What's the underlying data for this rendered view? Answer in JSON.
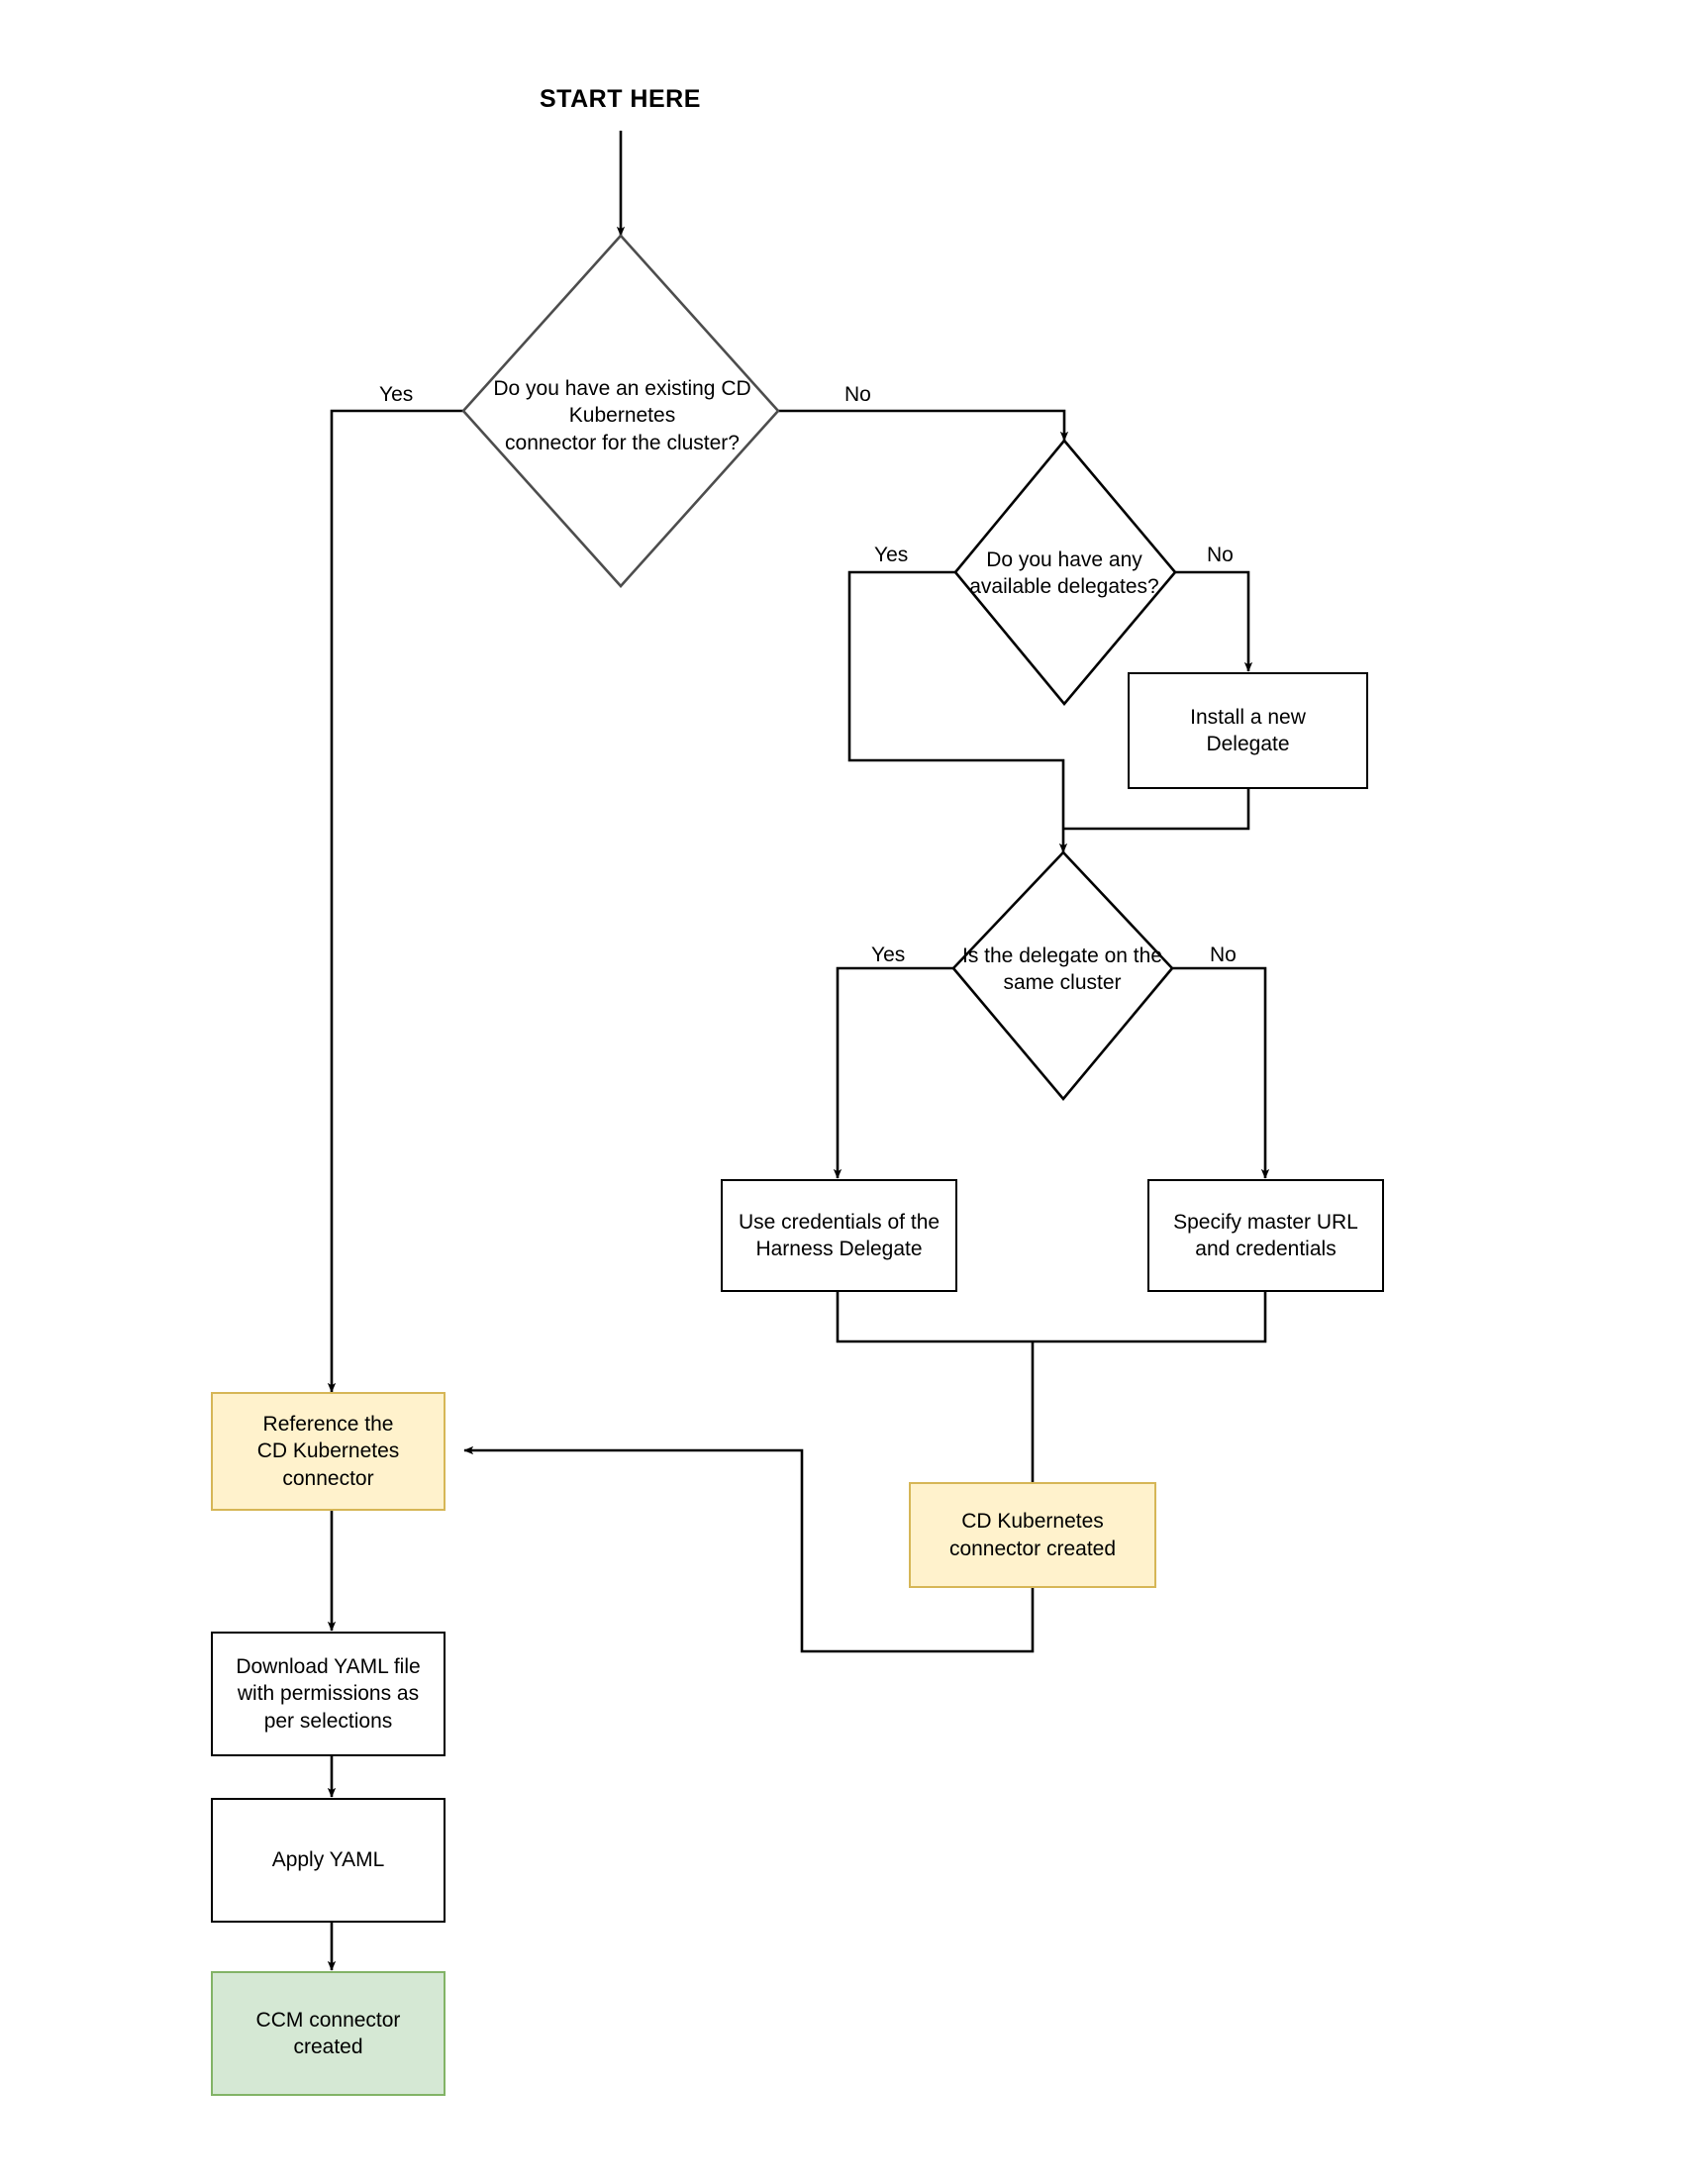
{
  "diagram": {
    "type": "flowchart",
    "title": "START HERE",
    "colors": {
      "line": "#000000",
      "process_border": "#000000",
      "process_fill": "#ffffff",
      "highlight_fill": "#fff2cc",
      "highlight_border": "#d6b656",
      "success_fill": "#d5e8d4",
      "success_border": "#82b366",
      "text": "#000000",
      "background": "#ffffff"
    },
    "nodes": {
      "start": {
        "label": "START HERE",
        "shape": "text"
      },
      "d1": {
        "label": "Do you have an existing CD\nKubernetes\nconnector for the cluster?",
        "shape": "diamond"
      },
      "d2": {
        "label": "Do you have any\navailable delegates?",
        "shape": "diamond"
      },
      "d3": {
        "label": "Is the delegate on the\nsame cluster",
        "shape": "diamond"
      },
      "install_delegate": {
        "label": "Install a new\nDelegate",
        "shape": "process"
      },
      "use_creds": {
        "label": "Use credentials of the\nHarness Delegate",
        "shape": "process"
      },
      "specify_url": {
        "label": "Specify master URL\nand credentials",
        "shape": "process"
      },
      "reference_connector": {
        "label": "Reference the\nCD Kubernetes\nconnector",
        "shape": "process-highlight"
      },
      "cd_connector_created": {
        "label": "CD Kubernetes\nconnector created",
        "shape": "process-highlight"
      },
      "download_yaml": {
        "label": "Download YAML file\nwith permissions as\nper selections",
        "shape": "process"
      },
      "apply_yaml": {
        "label": "Apply YAML",
        "shape": "process"
      },
      "ccm_created": {
        "label": "CCM connector\ncreated",
        "shape": "process-success"
      }
    },
    "edge_labels": {
      "d1_yes": "Yes",
      "d1_no": "No",
      "d2_yes": "Yes",
      "d2_no": "No",
      "d3_yes": "Yes",
      "d3_no": "No"
    }
  }
}
